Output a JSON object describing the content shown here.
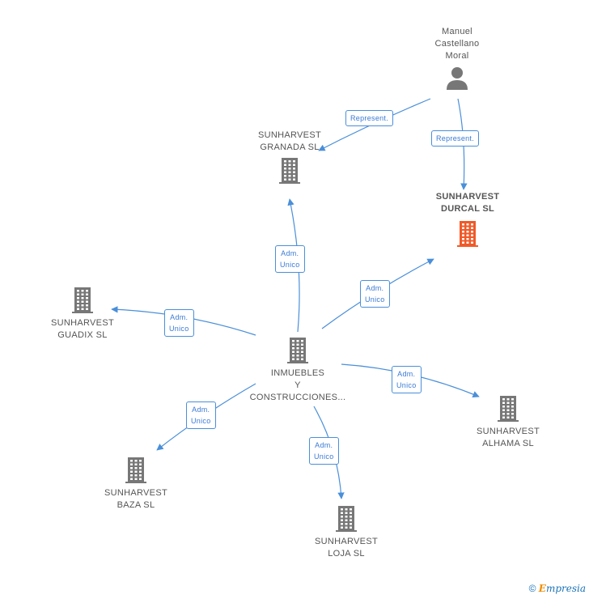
{
  "colors": {
    "node": "#777777",
    "highlight": "#f05a28",
    "edge": "#4a8fd9"
  },
  "nodes": {
    "manuel": {
      "label": "Manuel\nCastellano\nMoral",
      "icon": "person-icon"
    },
    "granada": {
      "label": "SUNHARVEST\nGRANADA SL",
      "icon": "building-icon"
    },
    "durcal": {
      "label": "SUNHARVEST\nDURCAL SL",
      "icon": "building-icon"
    },
    "guadix": {
      "label": "SUNHARVEST\nGUADIX SL",
      "icon": "building-icon"
    },
    "inmuebles": {
      "label": "INMUEBLES\nY\nCONSTRUCCIONES...",
      "icon": "building-icon"
    },
    "alhama": {
      "label": "SUNHARVEST\nALHAMA SL",
      "icon": "building-icon"
    },
    "baza": {
      "label": "SUNHARVEST\nBAZA SL",
      "icon": "building-icon"
    },
    "loja": {
      "label": "SUNHARVEST\nLOJA SL",
      "icon": "building-icon"
    }
  },
  "edges": {
    "manuel_granada": "Represent.",
    "manuel_durcal": "Represent.",
    "inm_granada": "Adm.\nUnico",
    "inm_durcal": "Adm.\nUnico",
    "inm_guadix": "Adm.\nUnico",
    "inm_alhama": "Adm.\nUnico",
    "inm_baza": "Adm.\nUnico",
    "inm_loja": "Adm.\nUnico"
  },
  "footer": {
    "copyright": "©",
    "brand_first": "E",
    "brand_rest": "mpresia"
  }
}
